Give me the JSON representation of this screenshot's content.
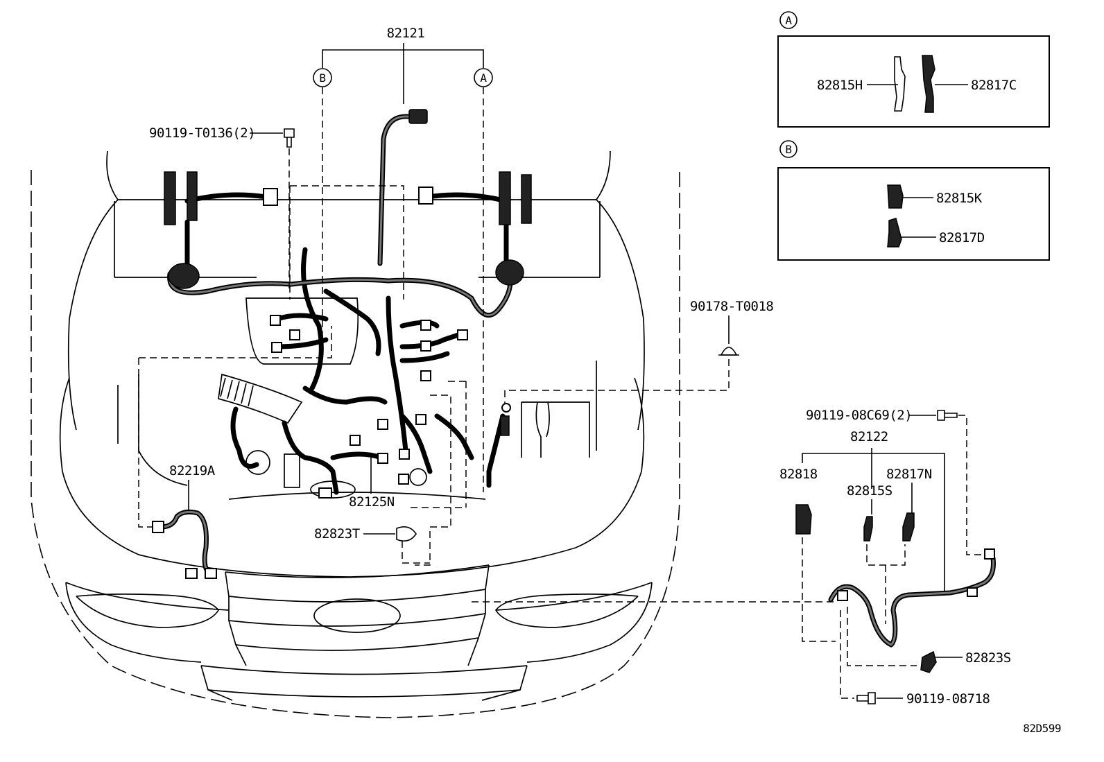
{
  "diagram_id": "82D599",
  "callout_letters": {
    "a": "A",
    "b": "B"
  },
  "parts": {
    "p82121": "82121",
    "p90119_T0136": "90119-T0136(2)",
    "p90178_T0018": "90178-T0018",
    "p82219A": "82219A",
    "p82125N": "82125N",
    "p82823T": "82823T",
    "p90119_08C69": "90119-08C69(2)",
    "p82122": "82122",
    "p82818": "82818",
    "p82817N": "82817N",
    "p82815S": "82815S",
    "p82823S": "82823S",
    "p90119_08718": "90119-08718",
    "p82815H": "82815H",
    "p82817C": "82817C",
    "p82815K": "82815K",
    "p82817D": "82817D"
  }
}
